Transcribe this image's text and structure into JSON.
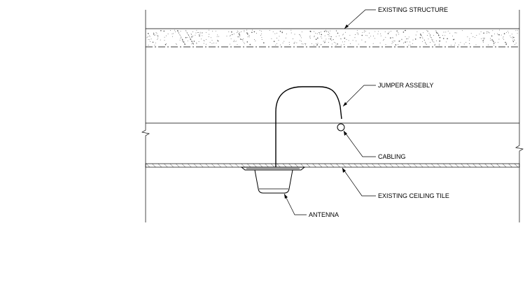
{
  "callouts": {
    "existing_structure": "EXISTING STRUCTURE",
    "jumper_assembly": "JUMPER ASSEBLY",
    "cabling": "CABLING",
    "existing_ceiling_tile": "EXISTING CEILING TILE",
    "antenna": "ANTENNA"
  }
}
